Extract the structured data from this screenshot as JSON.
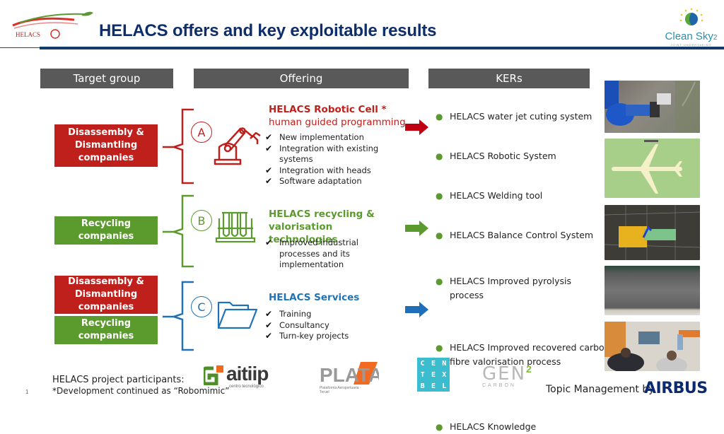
{
  "header": {
    "title": "HELACS offers and key exploitable results",
    "logo_left_text": "HELACS",
    "logo_right_text": "Clean Sky",
    "logo_right_suffix": "2",
    "logo_right_tagline": "JOINT UNDERTAKING"
  },
  "columns": {
    "target": "Target group",
    "offering": "Offering",
    "kers": "KERs"
  },
  "colors": {
    "red": "#c0201c",
    "green": "#5b9a2d",
    "blue": "#2072b8",
    "navy": "#0e2d6b",
    "header_gray": "#595959"
  },
  "groups": [
    {
      "letter": "A",
      "targets": [
        "Disassembly & Dismantling companies"
      ],
      "title": "HELACS Robotic Cell *",
      "subtitle": "human guided programming",
      "icon": "robot-arm-icon",
      "checks": [
        "New implementation",
        "Integration with existing systems",
        "Integration with heads",
        "Software adaptation"
      ]
    },
    {
      "letter": "B",
      "targets": [
        "Recycling companies"
      ],
      "title": "HELACS recycling & valorisation technologies",
      "subtitle": "",
      "icon": "test-tubes-icon",
      "checks": [
        "Improved industrial processes and its implementation"
      ]
    },
    {
      "letter": "C",
      "targets": [
        "Disassembly & Dismantling companies",
        "Recycling companies"
      ],
      "title": "HELACS Services",
      "subtitle": "",
      "icon": "folder-icon",
      "checks": [
        "Training",
        "Consultancy",
        "Turn-key projects"
      ]
    }
  ],
  "kers": [
    "HELACS water jet cuting system",
    "HELACS Robotic System",
    "HELACS Welding tool",
    "HELACS Balance Control System",
    "HELACS Improved pyrolysis process",
    "HELACS Improved recovered carbon fibre valorisation process",
    "HELACS Knowledge"
  ],
  "photos": [
    "robot-waterjet-photo",
    "aircraft-layout-diagram",
    "pyrolysis-plant-render",
    "carbon-fibre-sheet-photo",
    "training-session-photo"
  ],
  "footer": {
    "participants_label": "HELACS project participants:",
    "note": "*Development continued as “Robomimic”",
    "page_number": "1",
    "topic_management": "Topic Management by",
    "airbus": "AIRBUS",
    "partners": {
      "aitiip": "aitiip",
      "aitiip_sub": "centro tecnológico",
      "plata": "PLATA",
      "plata_sub": "Plataforma Aeroportuaria - Teruel",
      "centexbel": [
        "C",
        "E",
        "N",
        "T",
        "E",
        "X",
        "B",
        "E",
        "L"
      ],
      "gen2": "GEN",
      "gen2_sup": "2",
      "gen2_sub": "CARBON"
    }
  }
}
